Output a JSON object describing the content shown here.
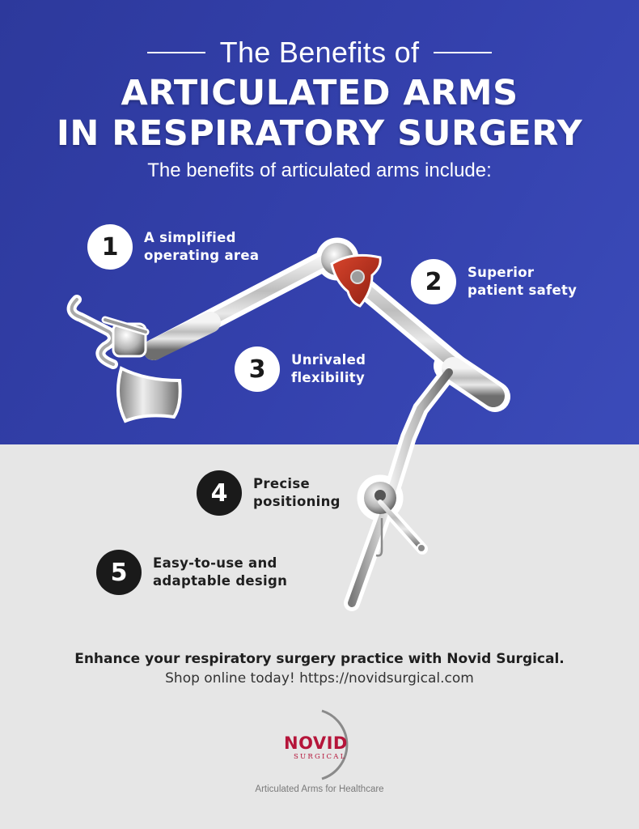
{
  "header": {
    "pretitle": "The Benefits of",
    "title_line1": "ARTICULATED ARMS",
    "title_line2": "IN RESPIRATORY SURGERY",
    "subtitle": "The benefits of articulated arms include:"
  },
  "benefits": [
    {
      "number": "1",
      "line1": "A simplified",
      "line2": "operating area"
    },
    {
      "number": "2",
      "line1": "Superior",
      "line2": "patient safety"
    },
    {
      "number": "3",
      "line1": "Unrivaled",
      "line2": "flexibility"
    },
    {
      "number": "4",
      "line1": "Precise",
      "line2": "positioning"
    },
    {
      "number": "5",
      "line1": "Easy-to-use and",
      "line2": "adaptable design"
    }
  ],
  "cta": {
    "headline": "Enhance your respiratory surgery practice with Novid Surgical.",
    "line2": "Shop online today! https://novidsurgical.com"
  },
  "logo": {
    "name": "NOVID",
    "sub": "SURGICAL",
    "tagline": "Articulated Arms for Healthcare"
  },
  "colors": {
    "top_bg": "#3441ad",
    "bottom_bg": "#e6e6e6",
    "brand_red": "#b5153a",
    "knob_red": "#c0321f"
  },
  "illustration": {
    "icon": "articulated-surgical-arm"
  }
}
